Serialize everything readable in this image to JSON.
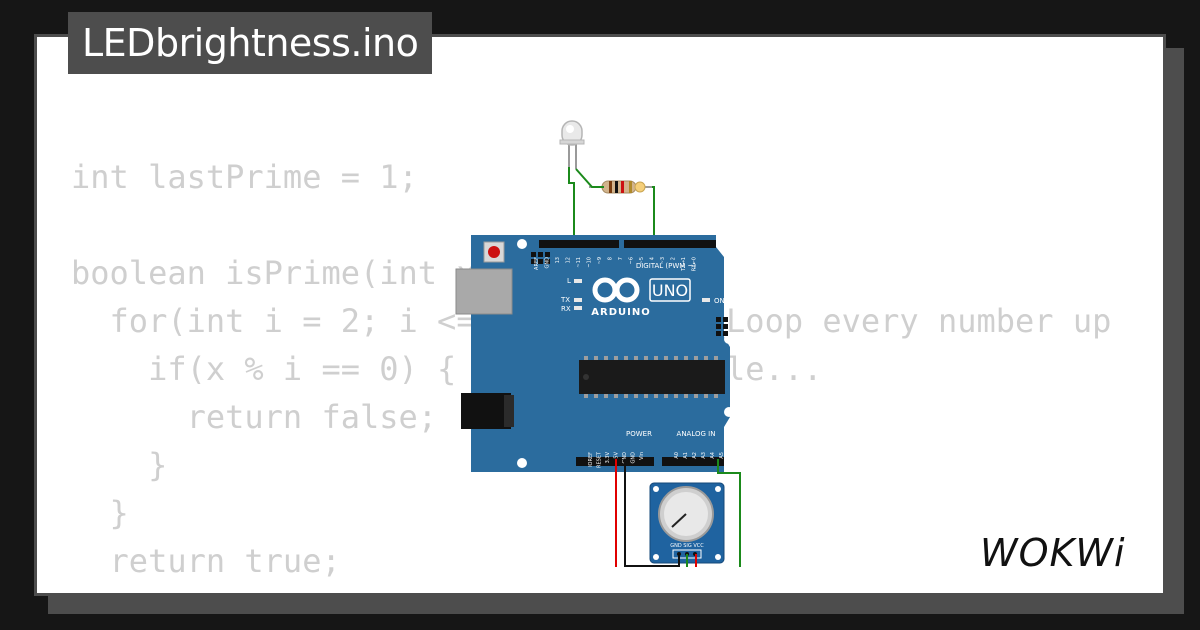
{
  "window": {
    "title": "LEDbrightness.ino"
  },
  "code": {
    "lines": [
      "int lastPrime = 1;",
      "",
      "boolean isPrime(int x) {",
      "  for(int i = 2; i <= x; i++) { //Loop every number up",
      "    if(x % i == 0) { // if divisible...",
      "      return false;",
      "    }",
      "  }",
      "  return true;",
      "}"
    ]
  },
  "board": {
    "model": "UNO",
    "brand": "ARDUINO",
    "digital_header_label": "DIGITAL (PWM ~)",
    "analog_header_label": "ANALOG IN",
    "power_header_label": "POWER",
    "on_label": "ON",
    "l_label": "L",
    "tx_label": "TX",
    "rx_label": "RX",
    "digital_pins": [
      "AREF",
      "GND",
      "13",
      "12",
      "~11",
      "~10",
      "~9",
      "8",
      "7",
      "~6",
      "~5",
      "4",
      "~3",
      "2",
      "TX→1",
      "RX←0"
    ],
    "power_pins": [
      "IOREF",
      "RESET",
      "3.3V",
      "5V",
      "GND",
      "GND",
      "Vin"
    ],
    "analog_pins": [
      "A0",
      "A1",
      "A2",
      "A3",
      "A4",
      "A5"
    ],
    "color": "#2b6c9e"
  },
  "potentiometer": {
    "pin_labels": "GND SIG VCC"
  },
  "brand": {
    "logo": "WOKWi"
  },
  "colors": {
    "background": "#161616",
    "card": "#ffffff",
    "frame": "#4d4d4d",
    "code_text": "#cfcfcf",
    "board": "#2b6c9e",
    "wire_green": "#1b8a1b",
    "wire_red": "#e00000",
    "wire_black": "#111111"
  }
}
